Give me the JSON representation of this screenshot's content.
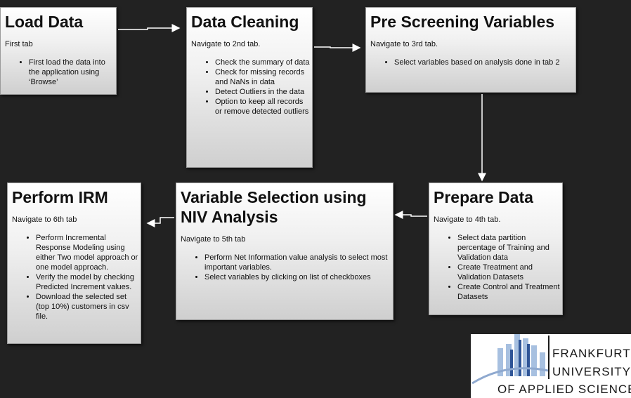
{
  "boxes": [
    {
      "title": "Load Data",
      "subtitle": "First tab",
      "bullets": [
        "First load the data into the application using ‘Browse’"
      ]
    },
    {
      "title": "Data Cleaning",
      "subtitle": "Navigate to 2nd tab.",
      "bullets": [
        "Check the summary of data",
        "Check for missing records and NaNs in data",
        "Detect Outliers in the data",
        "Option to keep all records or remove detected outliers"
      ]
    },
    {
      "title": "Pre Screening Variables",
      "subtitle": "Navigate to 3rd tab.",
      "bullets": [
        "Select variables based on analysis done in tab 2"
      ]
    },
    {
      "title": "Prepare Data",
      "subtitle": "Navigate to 4th tab.",
      "bullets": [
        "Select data partition percentage of Training and Validation data",
        "Create Treatment and Validation Datasets",
        "Create Control and Treatment Datasets"
      ]
    },
    {
      "title": "Variable Selection using NIV Analysis",
      "subtitle": "Navigate to 5th tab",
      "bullets": [
        "Perform Net Information value analysis to select most important variables.",
        "Select variables by clicking on list of checkboxes"
      ]
    },
    {
      "title": "Perform IRM",
      "subtitle": "Navigate to 6th tab",
      "bullets": [
        "Perform Incremental Response Modeling using either Two model approach or one model approach.",
        "Verify the model by checking Predicted Increment values.",
        "Download the selected set (top 10%) customers in csv file."
      ]
    }
  ],
  "logo": {
    "line1": "FRANKFURT",
    "line2": "UNIVERSITY",
    "line3": "OF APPLIED SCIENCES",
    "color": "#a7c0e0"
  }
}
